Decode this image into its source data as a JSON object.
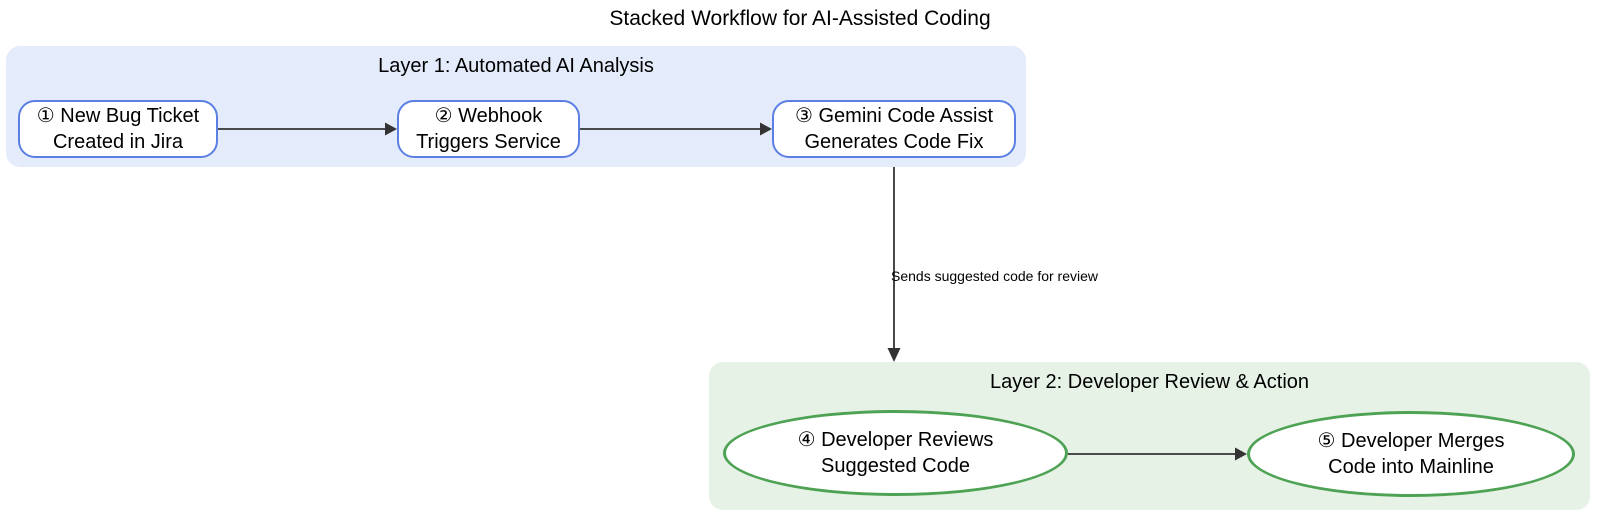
{
  "title": "Stacked Workflow for AI-Assisted Coding",
  "colors": {
    "layer1-bg": "#E4EBFB",
    "layer2-bg": "#E6F2E6",
    "node-border-blue": "#5B7FE3",
    "node-border-green": "#4EA254",
    "arrow": "#333333",
    "text": "#000000"
  },
  "layers": [
    {
      "label": "Layer 1: Automated AI Analysis",
      "nodes": [
        {
          "id": "1",
          "shape": "rounded-rect",
          "label": "① New Bug Ticket\nCreated in Jira"
        },
        {
          "id": "2",
          "shape": "rounded-rect",
          "label": "② Webhook\nTriggers Service"
        },
        {
          "id": "3",
          "shape": "rounded-rect",
          "label": "③ Gemini Code Assist\nGenerates Code Fix"
        }
      ]
    },
    {
      "label": "Layer 2: Developer Review & Action",
      "nodes": [
        {
          "id": "4",
          "shape": "ellipse",
          "label": "④ Developer Reviews\nSuggested Code"
        },
        {
          "id": "5",
          "shape": "ellipse",
          "label": "⑤ Developer Merges\nCode into Mainline"
        }
      ]
    }
  ],
  "edges": [
    {
      "from": "1",
      "to": "2",
      "label": ""
    },
    {
      "from": "2",
      "to": "3",
      "label": ""
    },
    {
      "from": "3",
      "to": "4",
      "label": "Sends suggested code for review"
    },
    {
      "from": "4",
      "to": "5",
      "label": ""
    }
  ]
}
